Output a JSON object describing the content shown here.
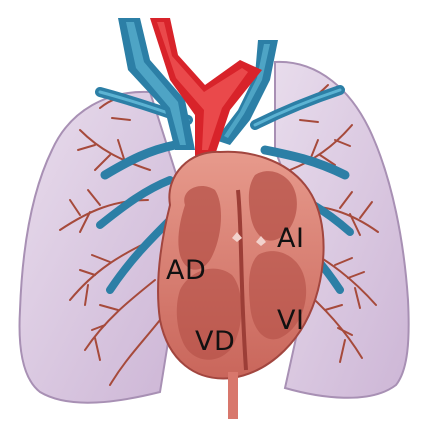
{
  "labels": {
    "right_atrium": "AD",
    "left_atrium": "AI",
    "left_ventricle": "VI",
    "right_ventricle": "VD"
  },
  "colors": {
    "lung_fill": "#ddcbe3",
    "lung_edge": "#a890b4",
    "vein_blue": "#2c7fa6",
    "vein_highlight": "#5cb3d3",
    "artery_red": "#d8232a",
    "capillary": "#a64a3b",
    "heart_muscle": "#d7776a",
    "heart_dark": "#a2463f",
    "label_text": "#111111"
  }
}
